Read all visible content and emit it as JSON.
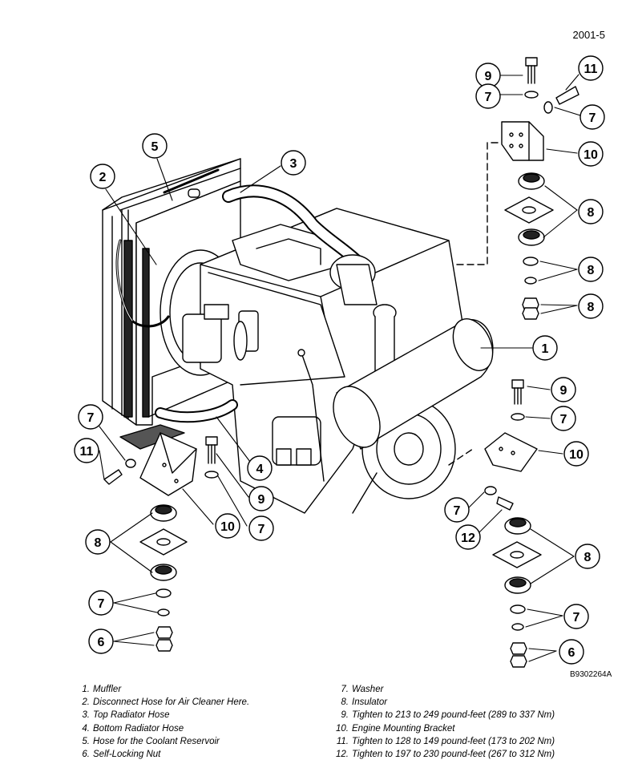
{
  "page_number": "2001-5",
  "figure_id": "B9302264A",
  "callouts": {
    "c1": "1",
    "c2": "2",
    "c3": "3",
    "c4": "4",
    "c5": "5",
    "c6": "6",
    "c7": "7",
    "c8": "8",
    "c9": "9",
    "c10": "10",
    "c11": "11",
    "c12": "12"
  },
  "legend_left": [
    {
      "num": "1.",
      "text": "Muffler"
    },
    {
      "num": "2.",
      "text": "Disconnect Hose for Air Cleaner Here."
    },
    {
      "num": "3.",
      "text": "Top Radiator Hose"
    },
    {
      "num": "4.",
      "text": "Bottom Radiator Hose"
    },
    {
      "num": "5.",
      "text": "Hose for the Coolant Reservoir"
    },
    {
      "num": "6.",
      "text": "Self-Locking Nut"
    }
  ],
  "legend_right": [
    {
      "num": "7.",
      "text": "Washer"
    },
    {
      "num": "8.",
      "text": "Insulator"
    },
    {
      "num": "9.",
      "text": "Tighten to 213 to 249 pound-feet (289 to 337 Nm)"
    },
    {
      "num": "10.",
      "text": "Engine Mounting Bracket"
    },
    {
      "num": "11.",
      "text": "Tighten to 128 to 149 pound-feet (173 to 202 Nm)"
    },
    {
      "num": "12.",
      "text": "Tighten to 197 to 230 pound-feet (267 to 312 Nm)"
    }
  ]
}
